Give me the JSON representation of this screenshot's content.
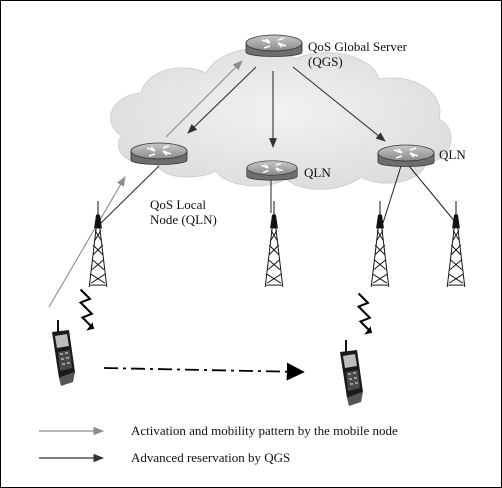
{
  "nodes": {
    "qgs": {
      "line1": "QoS Global Server",
      "line2": "(QGS)",
      "icon": "router-icon"
    },
    "qln_center": {
      "label": "QLN",
      "icon": "router-icon"
    },
    "qln_right": {
      "label": "QLN",
      "icon": "router-icon"
    },
    "qln_left": {
      "line1": "QoS Local",
      "line2": "Node (QLN)",
      "icon": "router-icon"
    }
  },
  "legend": {
    "activation": {
      "label": "Activation and mobility pattern by the mobile node",
      "color": "#8c8c8c"
    },
    "reservation": {
      "label": "Advanced reservation by QGS",
      "color": "#333333"
    }
  },
  "icons": [
    "router-icon",
    "radio-tower-icon",
    "mobile-phone-icon",
    "wireless-signal-icon"
  ],
  "colors": {
    "cloud": "#e6e6e6",
    "router": "#9a9a9a",
    "arrow_gray": "#8c8c8c",
    "arrow_dark": "#333333"
  }
}
